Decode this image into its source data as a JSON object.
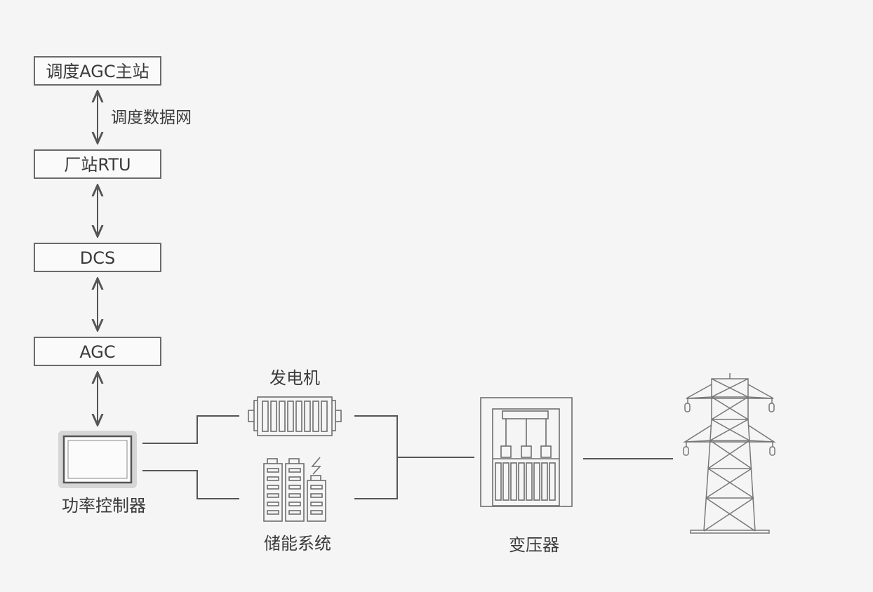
{
  "nodes": {
    "dispatch_master": "调度AGC主站",
    "plant_rtu": "厂站RTU",
    "dcs": "DCS",
    "agc": "AGC",
    "power_controller": "功率控制器",
    "generator": "发电机",
    "storage": "储能系统",
    "transformer": "变压器"
  },
  "edges": {
    "dispatch_network": "调度数据网"
  },
  "icons": {
    "controller": "controller-screen-icon",
    "generator": "generator-icon",
    "storage": "battery-storage-icon",
    "transformer": "transformer-icon",
    "tower": "transmission-tower-icon"
  },
  "colors": {
    "background": "#f5f5f5",
    "line": "#555555",
    "icon_stroke": "#6e6e6e"
  }
}
